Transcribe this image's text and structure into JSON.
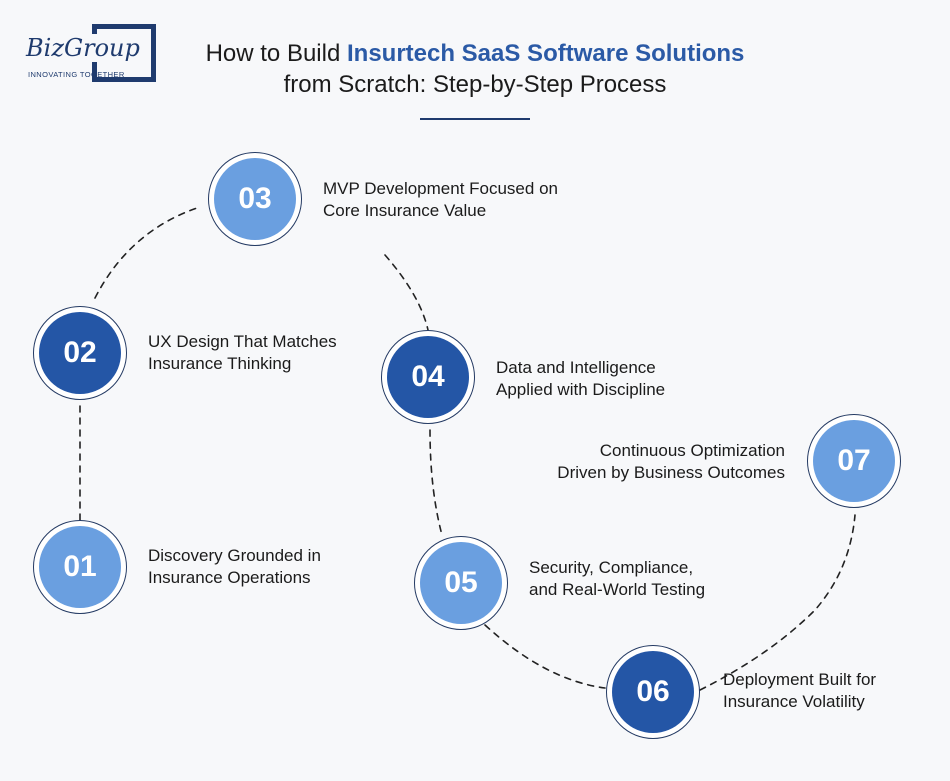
{
  "brand": {
    "name": "BizGroup",
    "tagline": "INNOVATING TOGETHER"
  },
  "header": {
    "title_line1_prefix": "How to Build ",
    "title_line1_accent": "Insurtech SaaS Software Solutions",
    "title_line2": "from Scratch: Step-by-Step Process"
  },
  "steps": [
    {
      "number": "01",
      "line1": "Discovery Grounded in",
      "line2": "Insurance Operations"
    },
    {
      "number": "02",
      "line1": "UX Design That Matches",
      "line2": "Insurance Thinking"
    },
    {
      "number": "03",
      "line1": "MVP Development Focused on",
      "line2": "Core Insurance Value"
    },
    {
      "number": "04",
      "line1": "Data and Intelligence",
      "line2": "Applied with Discipline"
    },
    {
      "number": "05",
      "line1": "Security, Compliance,",
      "line2": "and Real-World Testing"
    },
    {
      "number": "06",
      "line1": "Deployment Built for",
      "line2": "Insurance Volatility"
    },
    {
      "number": "07",
      "line1": "Continuous Optimization",
      "line2": "Driven by Business Outcomes"
    }
  ],
  "colors": {
    "light_circle": "#6a9fe0",
    "dark_circle": "#2456a6",
    "accent_text": "#2b5aa6",
    "navy": "#1f3b6e"
  }
}
